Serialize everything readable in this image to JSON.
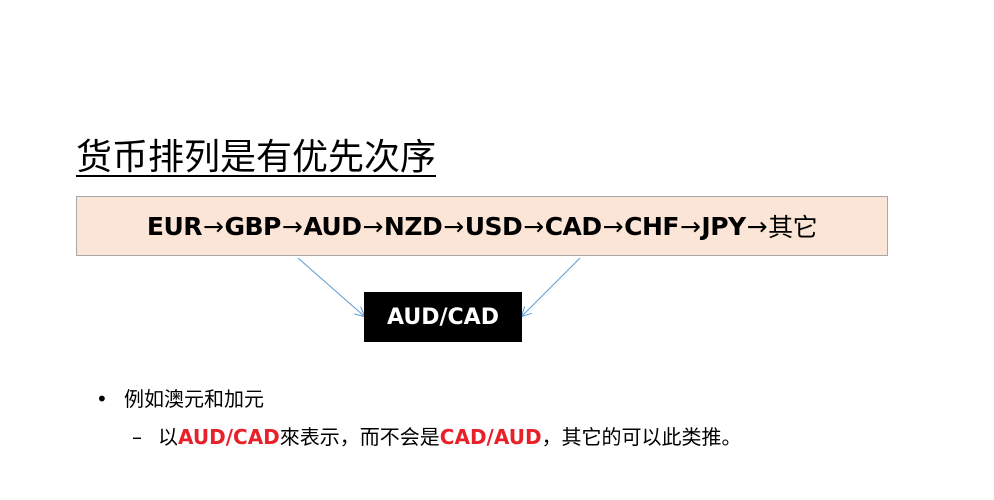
{
  "slide": {
    "title": "货币排列是有优先次序",
    "currency_order": [
      "EUR",
      "GBP",
      "AUD",
      "NZD",
      "USD",
      "CAD",
      "CHF",
      "JPY",
      "其它"
    ],
    "arrow_glyph": "→",
    "pair_label": "AUD/CAD",
    "bullet1": "例如澳元和加元",
    "bullet2": {
      "part1": "以",
      "highlight1": "AUD/CAD",
      "part2": "來表示，而不会是",
      "highlight2": "CAD/AUD",
      "part3": "，其它的可以此类推。"
    },
    "colors": {
      "box_fill": "#fbe5d6",
      "highlight": "#e8202a",
      "connector": "#5b9bd5"
    }
  }
}
